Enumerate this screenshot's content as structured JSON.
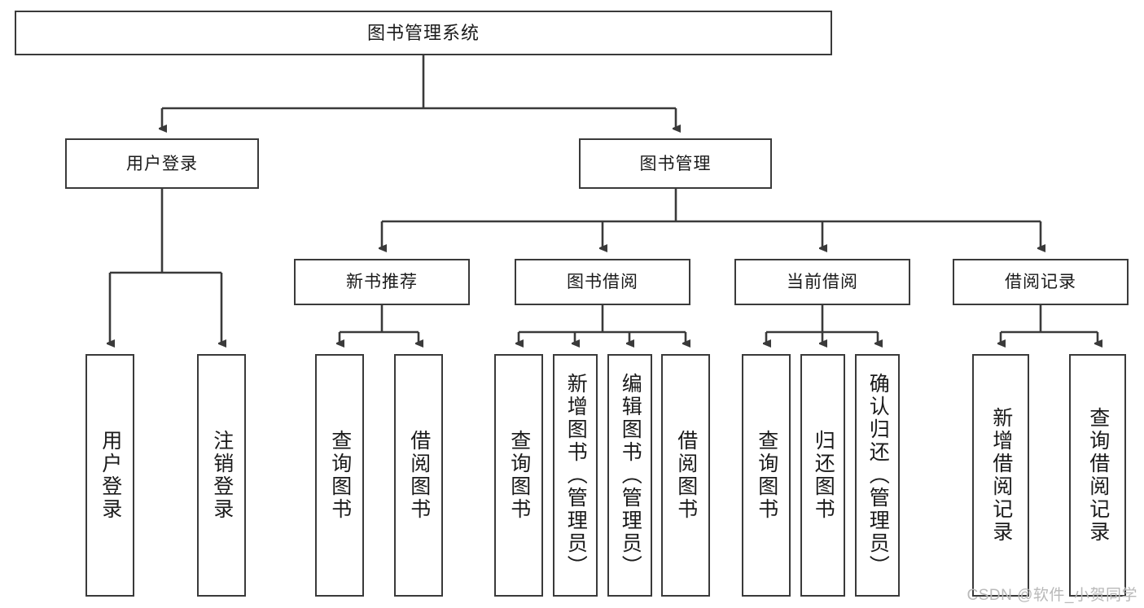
{
  "diagram": {
    "title": "图书管理系统",
    "type": "hierarchy-tree",
    "watermark": "CSDN @软件_小贺同学",
    "colors": {
      "box_border": "#3a3a3a",
      "box_fill": "#ffffff",
      "connector": "#3a3a3a",
      "text": "#1a1a1a",
      "watermark": "#b9b9b9"
    },
    "nodes": {
      "root": {
        "label": "图书管理系统"
      },
      "level2": [
        {
          "label": "用户登录"
        },
        {
          "label": "图书管理"
        }
      ],
      "level3": [
        {
          "label": "新书推荐"
        },
        {
          "label": "图书借阅"
        },
        {
          "label": "当前借阅"
        },
        {
          "label": "借阅记录"
        }
      ],
      "leaves": [
        {
          "label": "用户登录"
        },
        {
          "label": "注销登录"
        },
        {
          "label": "查询图书"
        },
        {
          "label": "借阅图书"
        },
        {
          "label": "查询图书"
        },
        {
          "label": "新增图书（管理员）"
        },
        {
          "label": "编辑图书（管理员）"
        },
        {
          "label": "借阅图书"
        },
        {
          "label": "查询图书"
        },
        {
          "label": "归还图书"
        },
        {
          "label": "确认归还（管理员）"
        },
        {
          "label": "新增借阅记录"
        },
        {
          "label": "查询借阅记录"
        }
      ]
    }
  }
}
